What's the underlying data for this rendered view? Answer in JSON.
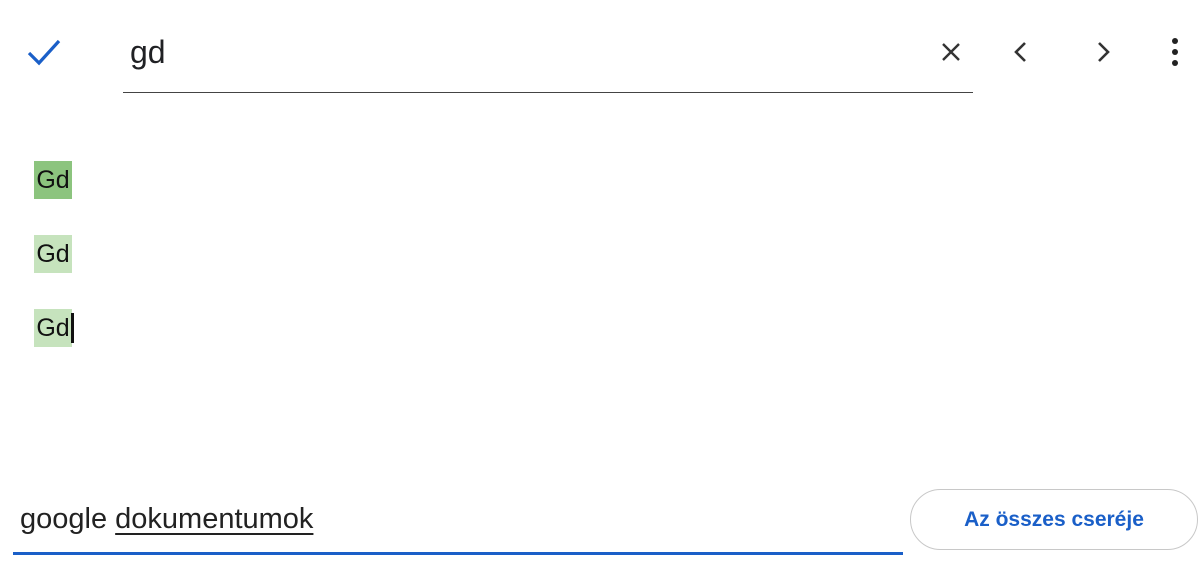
{
  "find_bar": {
    "query": "gd",
    "done_icon": "check-icon",
    "clear_icon": "close-icon",
    "prev_icon": "chevron-left-icon",
    "next_icon": "chevron-right-icon",
    "menu_icon": "more-vert-icon"
  },
  "document": {
    "matches": [
      "Gd",
      "Gd",
      "Gd"
    ]
  },
  "replace_bar": {
    "value_word1": "google",
    "value_word2": "dokumentumok",
    "replace_all_label": "Az összes cseréje"
  },
  "colors": {
    "accent": "#1a5fc8",
    "current_match": "#8cc47e",
    "other_match": "#c6e3bd"
  }
}
